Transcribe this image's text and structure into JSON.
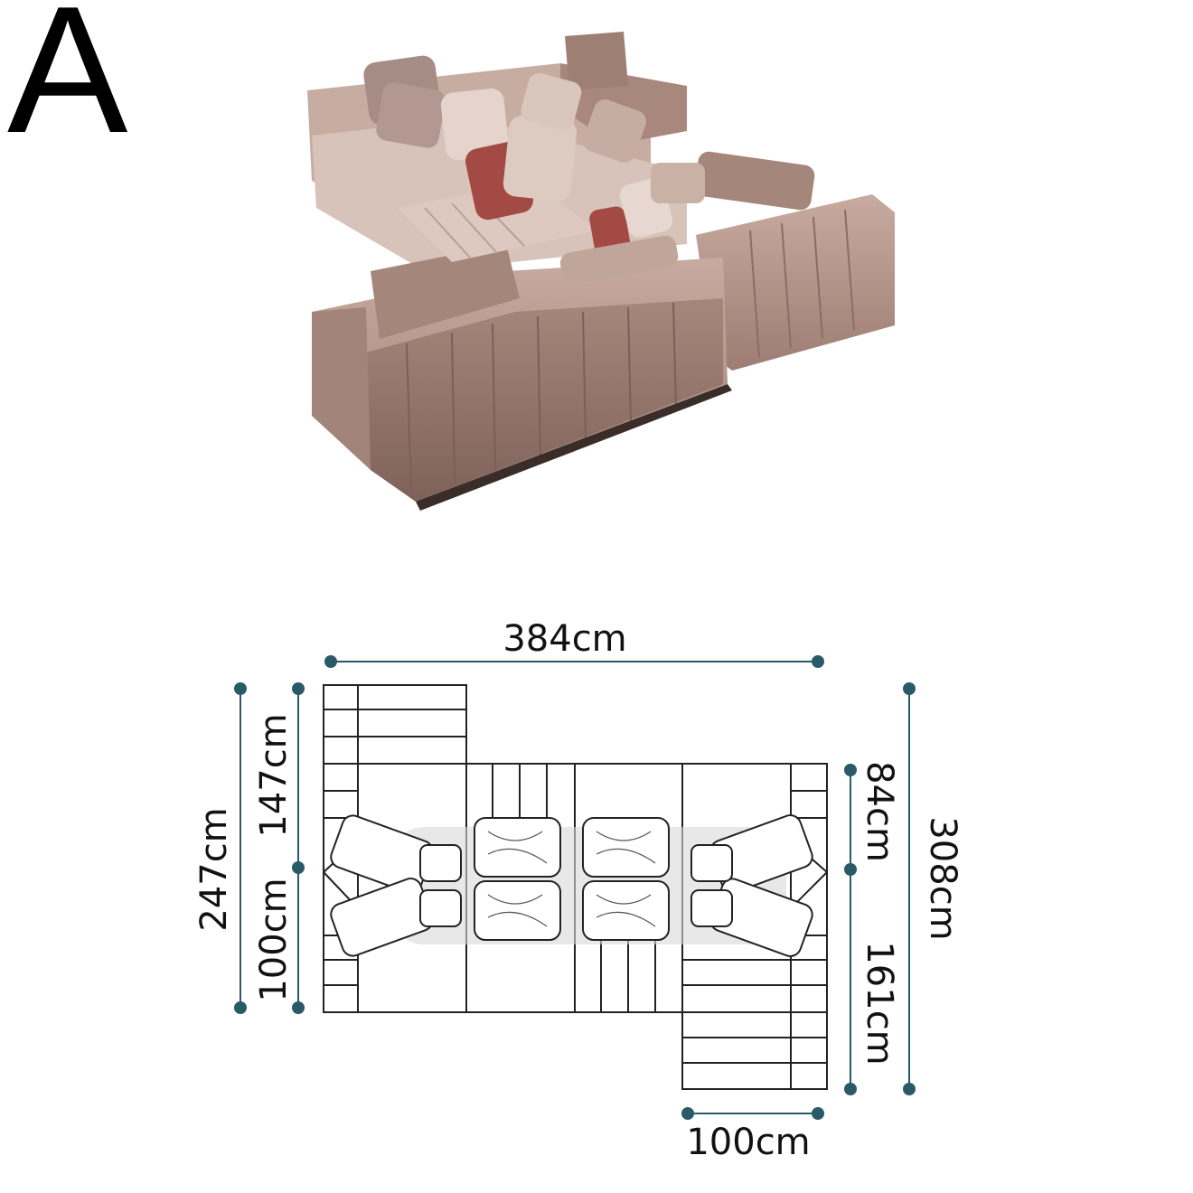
{
  "option_letter": "A",
  "colors": {
    "dimension_line": "#2a5a68",
    "sofa_fabric": "#b49488",
    "sofa_shadow": "#7a605a",
    "accent_pillow": "#a44a44",
    "outline": "#222222"
  },
  "dimensions": {
    "top_width": "384cm",
    "left_outer": "247cm",
    "left_inner_top": "147cm",
    "left_inner_bottom": "100cm",
    "right_inner_top": "84cm",
    "right_inner_bottom": "161cm",
    "right_outer": "308cm",
    "bottom_width": "100cm"
  }
}
